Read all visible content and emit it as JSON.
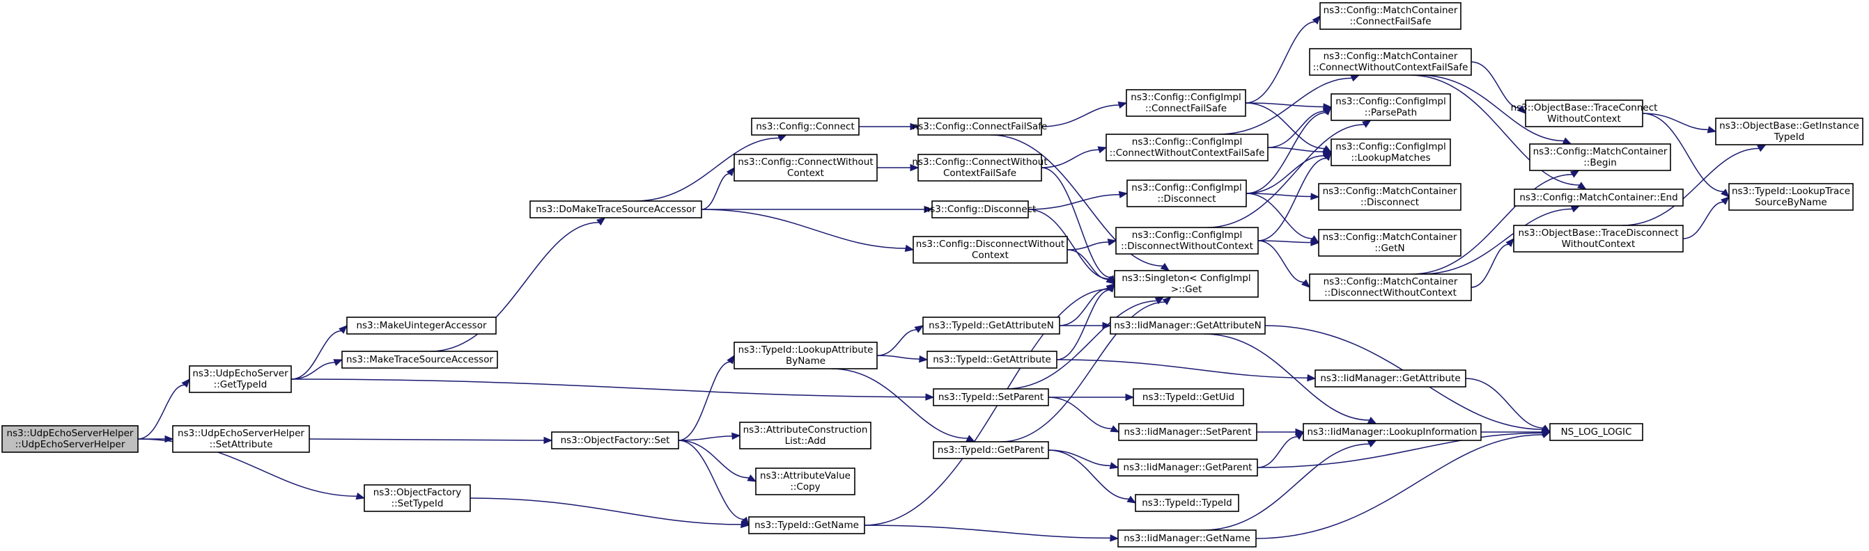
{
  "nodes": [
    {
      "id": "root",
      "lines": [
        "ns3::UdpEchoServerHelper",
        "::UdpEchoServerHelper"
      ],
      "root": true
    },
    {
      "id": "echoGetTypeId",
      "lines": [
        "ns3::UdpEchoServer",
        "::GetTypeId"
      ]
    },
    {
      "id": "echoSetAttribute",
      "lines": [
        "ns3::UdpEchoServerHelper",
        "::SetAttribute"
      ]
    },
    {
      "id": "ofSetTypeId",
      "lines": [
        "ns3::ObjectFactory",
        "::SetTypeId"
      ]
    },
    {
      "id": "makeUint",
      "lines": [
        "ns3::MakeUintegerAccessor"
      ]
    },
    {
      "id": "makeTrace",
      "lines": [
        "ns3::MakeTraceSourceAccessor"
      ]
    },
    {
      "id": "doMake",
      "lines": [
        "ns3::DoMakeTraceSourceAccessor"
      ]
    },
    {
      "id": "ofSet",
      "lines": [
        "ns3::ObjectFactory::Set"
      ]
    },
    {
      "id": "cfgConnect",
      "lines": [
        "ns3::Config::Connect"
      ]
    },
    {
      "id": "cfgConnectWC",
      "lines": [
        "ns3::Config::ConnectWithout",
        "Context"
      ]
    },
    {
      "id": "lookupAttrByName",
      "lines": [
        "ns3::TypeId::LookupAttribute",
        "ByName"
      ]
    },
    {
      "id": "acAdd",
      "lines": [
        "ns3::AttributeConstruction",
        "List::Add"
      ]
    },
    {
      "id": "avCopy",
      "lines": [
        "ns3::AttributeValue",
        "::Copy"
      ]
    },
    {
      "id": "tidGetName",
      "lines": [
        "ns3::TypeId::GetName"
      ]
    },
    {
      "id": "cfgConnectFS",
      "lines": [
        "ns3::Config::ConnectFailSafe"
      ]
    },
    {
      "id": "cfgConnectWCFS",
      "lines": [
        "ns3::Config::ConnectWithout",
        "ContextFailSafe"
      ]
    },
    {
      "id": "cfgDisconnect",
      "lines": [
        "ns3::Config::Disconnect"
      ]
    },
    {
      "id": "cfgDisconnectWC",
      "lines": [
        "ns3::Config::DisconnectWithout",
        "Context"
      ]
    },
    {
      "id": "tidGetAttrN",
      "lines": [
        "ns3::TypeId::GetAttributeN"
      ]
    },
    {
      "id": "tidGetAttr",
      "lines": [
        "ns3::TypeId::GetAttribute"
      ]
    },
    {
      "id": "tidSetParent",
      "lines": [
        "ns3::TypeId::SetParent"
      ]
    },
    {
      "id": "tidGetParent",
      "lines": [
        "ns3::TypeId::GetParent"
      ]
    },
    {
      "id": "implConnectFS",
      "lines": [
        "ns3::Config::ConfigImpl",
        "::ConnectFailSafe"
      ]
    },
    {
      "id": "implConnectWCFS",
      "lines": [
        "ns3::Config::ConfigImpl",
        "::ConnectWithoutContextFailSafe"
      ]
    },
    {
      "id": "implDisconnect",
      "lines": [
        "ns3::Config::ConfigImpl",
        "::Disconnect"
      ]
    },
    {
      "id": "implDisconnectWC",
      "lines": [
        "ns3::Config::ConfigImpl",
        "::DisconnectWithoutContext"
      ]
    },
    {
      "id": "singletonGet",
      "lines": [
        "ns3::Singleton< ConfigImpl",
        " >::Get"
      ]
    },
    {
      "id": "iidGetAttrN",
      "lines": [
        "ns3::IidManager::GetAttributeN"
      ]
    },
    {
      "id": "tidGetUid",
      "lines": [
        "ns3::TypeId::GetUid"
      ]
    },
    {
      "id": "iidSetParent",
      "lines": [
        "ns3::IidManager::SetParent"
      ]
    },
    {
      "id": "iidGetParent",
      "lines": [
        "ns3::IidManager::GetParent"
      ]
    },
    {
      "id": "tidTypeId",
      "lines": [
        "ns3::TypeId::TypeId"
      ]
    },
    {
      "id": "iidGetName",
      "lines": [
        "ns3::IidManager::GetName"
      ]
    },
    {
      "id": "mcConnectFS",
      "lines": [
        "ns3::Config::MatchContainer",
        "::ConnectFailSafe"
      ]
    },
    {
      "id": "mcConnectWCFS",
      "lines": [
        "ns3::Config::MatchContainer",
        "::ConnectWithoutContextFailSafe"
      ]
    },
    {
      "id": "implParsePath",
      "lines": [
        "ns3::Config::ConfigImpl",
        "::ParsePath"
      ]
    },
    {
      "id": "implLookupMatches",
      "lines": [
        "ns3::Config::ConfigImpl",
        "::LookupMatches"
      ]
    },
    {
      "id": "mcDisconnect",
      "lines": [
        "ns3::Config::MatchContainer",
        "::Disconnect"
      ]
    },
    {
      "id": "mcGetN",
      "lines": [
        "ns3::Config::MatchContainer",
        "::GetN"
      ]
    },
    {
      "id": "mcDisconnectWC",
      "lines": [
        "ns3::Config::MatchContainer",
        "::DisconnectWithoutContext"
      ]
    },
    {
      "id": "iidGetAttr",
      "lines": [
        "ns3::IidManager::GetAttribute"
      ]
    },
    {
      "id": "iidLookupInfo",
      "lines": [
        "ns3::IidManager::LookupInformation"
      ]
    },
    {
      "id": "obTraceConnectWC",
      "lines": [
        "ns3::ObjectBase::TraceConnect",
        "WithoutContext"
      ]
    },
    {
      "id": "mcBegin",
      "lines": [
        "ns3::Config::MatchContainer",
        "::Begin"
      ]
    },
    {
      "id": "mcEnd",
      "lines": [
        "ns3::Config::MatchContainer::End"
      ]
    },
    {
      "id": "obTraceDisconnectWC",
      "lines": [
        "ns3::ObjectBase::TraceDisconnect",
        "WithoutContext"
      ]
    },
    {
      "id": "nsLogLogic",
      "lines": [
        "NS_LOG_LOGIC"
      ]
    },
    {
      "id": "obGetInstanceTypeId",
      "lines": [
        "ns3::ObjectBase::GetInstance",
        "TypeId"
      ]
    },
    {
      "id": "tidLookupTraceByName",
      "lines": [
        "ns3::TypeId::LookupTrace",
        "SourceByName"
      ]
    }
  ],
  "edges": [
    [
      "root",
      "echoGetTypeId"
    ],
    [
      "root",
      "echoSetAttribute"
    ],
    [
      "root",
      "ofSetTypeId"
    ],
    [
      "echoGetTypeId",
      "makeUint"
    ],
    [
      "echoGetTypeId",
      "makeTrace"
    ],
    [
      "echoGetTypeId",
      "tidSetParent"
    ],
    [
      "makeTrace",
      "doMake"
    ],
    [
      "doMake",
      "cfgConnect"
    ],
    [
      "doMake",
      "cfgConnectWC"
    ],
    [
      "doMake",
      "cfgDisconnect"
    ],
    [
      "doMake",
      "cfgDisconnectWC"
    ],
    [
      "echoSetAttribute",
      "ofSet"
    ],
    [
      "ofSetTypeId",
      "tidGetName"
    ],
    [
      "ofSet",
      "lookupAttrByName"
    ],
    [
      "ofSet",
      "acAdd"
    ],
    [
      "ofSet",
      "avCopy"
    ],
    [
      "ofSet",
      "tidGetName"
    ],
    [
      "cfgConnect",
      "cfgConnectFS"
    ],
    [
      "cfgConnectWC",
      "cfgConnectWCFS"
    ],
    [
      "cfgConnectFS",
      "implConnectFS"
    ],
    [
      "cfgConnectFS",
      "singletonGet"
    ],
    [
      "cfgConnectWCFS",
      "implConnectWCFS"
    ],
    [
      "cfgConnectWCFS",
      "singletonGet"
    ],
    [
      "cfgDisconnect",
      "implDisconnect"
    ],
    [
      "cfgDisconnect",
      "singletonGet"
    ],
    [
      "cfgDisconnectWC",
      "implDisconnectWC"
    ],
    [
      "cfgDisconnectWC",
      "singletonGet"
    ],
    [
      "lookupAttrByName",
      "tidGetAttrN"
    ],
    [
      "lookupAttrByName",
      "tidGetAttr"
    ],
    [
      "lookupAttrByName",
      "tidGetParent"
    ],
    [
      "tidGetName",
      "singletonGet"
    ],
    [
      "tidGetName",
      "iidGetName"
    ],
    [
      "tidGetAttrN",
      "singletonGet"
    ],
    [
      "tidGetAttrN",
      "iidGetAttrN"
    ],
    [
      "tidGetAttr",
      "singletonGet"
    ],
    [
      "tidGetAttr",
      "iidGetAttr"
    ],
    [
      "tidSetParent",
      "singletonGet"
    ],
    [
      "tidSetParent",
      "tidGetUid"
    ],
    [
      "tidSetParent",
      "iidSetParent"
    ],
    [
      "tidGetParent",
      "singletonGet"
    ],
    [
      "tidGetParent",
      "iidGetParent"
    ],
    [
      "tidGetParent",
      "tidTypeId"
    ],
    [
      "implConnectFS",
      "mcConnectFS"
    ],
    [
      "implConnectFS",
      "implParsePath"
    ],
    [
      "implConnectFS",
      "implLookupMatches"
    ],
    [
      "implConnectWCFS",
      "mcConnectWCFS"
    ],
    [
      "implConnectWCFS",
      "implParsePath"
    ],
    [
      "implConnectWCFS",
      "implLookupMatches"
    ],
    [
      "implDisconnect",
      "implParsePath"
    ],
    [
      "implDisconnect",
      "implLookupMatches"
    ],
    [
      "implDisconnect",
      "mcDisconnect"
    ],
    [
      "implDisconnect",
      "mcGetN"
    ],
    [
      "implDisconnectWC",
      "implParsePath"
    ],
    [
      "implDisconnectWC",
      "implLookupMatches"
    ],
    [
      "implDisconnectWC",
      "mcGetN"
    ],
    [
      "implDisconnectWC",
      "mcDisconnectWC"
    ],
    [
      "iidGetAttrN",
      "iidLookupInfo"
    ],
    [
      "iidGetAttrN",
      "nsLogLogic"
    ],
    [
      "iidSetParent",
      "iidLookupInfo"
    ],
    [
      "iidGetParent",
      "iidLookupInfo"
    ],
    [
      "iidGetParent",
      "nsLogLogic"
    ],
    [
      "iidGetName",
      "iidLookupInfo"
    ],
    [
      "iidGetName",
      "nsLogLogic"
    ],
    [
      "iidGetAttr",
      "nsLogLogic"
    ],
    [
      "iidLookupInfo",
      "nsLogLogic"
    ],
    [
      "mcConnectWCFS",
      "obTraceConnectWC"
    ],
    [
      "mcConnectWCFS",
      "mcBegin"
    ],
    [
      "mcConnectWCFS",
      "mcEnd"
    ],
    [
      "mcDisconnectWC",
      "mcBegin"
    ],
    [
      "mcDisconnectWC",
      "mcEnd"
    ],
    [
      "mcDisconnectWC",
      "obTraceDisconnectWC"
    ],
    [
      "obTraceConnectWC",
      "obGetInstanceTypeId"
    ],
    [
      "obTraceConnectWC",
      "tidLookupTraceByName"
    ],
    [
      "obTraceDisconnectWC",
      "obGetInstanceTypeId"
    ],
    [
      "obTraceDisconnectWC",
      "tidLookupTraceByName"
    ]
  ]
}
